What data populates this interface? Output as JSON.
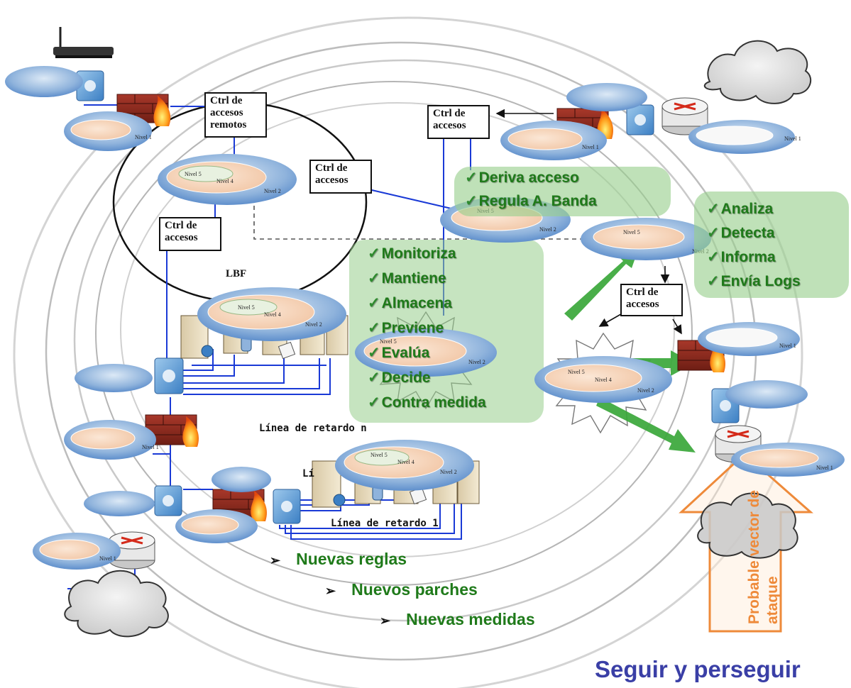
{
  "diagram": {
    "ctrl_boxes": {
      "remote": "Ctrl de accesos remotos",
      "lbf_center": "Ctrl de accesos",
      "lbf_left": "Ctrl de accesos",
      "top_right": "Ctrl de accesos",
      "right_mid": "Ctrl de accesos"
    },
    "lbf_label": "LBF",
    "delay_line_n": "Línea de retardo n",
    "delay_line_1": "Línea de retardo 1",
    "delay_line_1_partial": "Lí",
    "top_green": [
      "Deriva acceso",
      "Regula A. Banda"
    ],
    "center_green": [
      "Monitoriza",
      "Mantiene",
      "Almacena",
      "Previene",
      "Evalúa",
      "Decide",
      "Contra medida"
    ],
    "right_green": [
      "Analiza",
      "Detecta",
      "Informa",
      "Envía Logs"
    ],
    "bullets": [
      "Nuevas reglas",
      "Nuevos parches",
      "Nuevas medidas"
    ],
    "attack_vector": "Probable vector de ataque",
    "footer": "Seguir y perseguir",
    "nivel": {
      "n1": "Nivel 1",
      "n2": "Nivel 2",
      "n4": "Nivel 4",
      "n5": "Nivel 5"
    },
    "colors": {
      "green_text": "#1f7a1a",
      "green_box": "#98ce8c",
      "green_arrow": "#3aa83a",
      "orange": "#ee8a3a",
      "footer_blue": "#3a3fa6",
      "link_blue": "#1a3ad6"
    }
  }
}
